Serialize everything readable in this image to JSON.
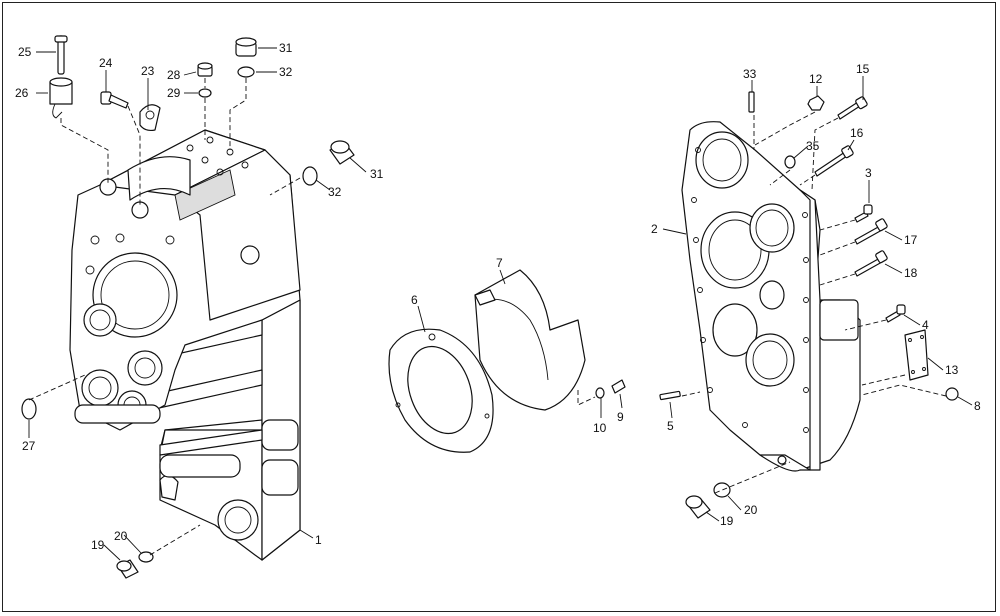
{
  "callouts": [
    {
      "id": "c25",
      "text": "25"
    },
    {
      "id": "c26",
      "text": "26"
    },
    {
      "id": "c24",
      "text": "24"
    },
    {
      "id": "c23",
      "text": "23"
    },
    {
      "id": "c28",
      "text": "28"
    },
    {
      "id": "c29",
      "text": "29"
    },
    {
      "id": "c31a",
      "text": "31"
    },
    {
      "id": "c32a",
      "text": "32"
    },
    {
      "id": "c31b",
      "text": "31"
    },
    {
      "id": "c32b",
      "text": "32"
    },
    {
      "id": "c27",
      "text": "27"
    },
    {
      "id": "c1",
      "text": "1"
    },
    {
      "id": "c19a",
      "text": "19"
    },
    {
      "id": "c20a",
      "text": "20"
    },
    {
      "id": "c6",
      "text": "6"
    },
    {
      "id": "c7",
      "text": "7"
    },
    {
      "id": "c10",
      "text": "10"
    },
    {
      "id": "c9",
      "text": "9"
    },
    {
      "id": "c33",
      "text": "33"
    },
    {
      "id": "c12",
      "text": "12"
    },
    {
      "id": "c15",
      "text": "15"
    },
    {
      "id": "c16",
      "text": "16"
    },
    {
      "id": "c35",
      "text": "35"
    },
    {
      "id": "c3",
      "text": "3"
    },
    {
      "id": "c2",
      "text": "2"
    },
    {
      "id": "c17",
      "text": "17"
    },
    {
      "id": "c18",
      "text": "18"
    },
    {
      "id": "c4",
      "text": "4"
    },
    {
      "id": "c13",
      "text": "13"
    },
    {
      "id": "c8",
      "text": "8"
    },
    {
      "id": "c5",
      "text": "5"
    },
    {
      "id": "c20b",
      "text": "20"
    },
    {
      "id": "c19b",
      "text": "19"
    }
  ]
}
